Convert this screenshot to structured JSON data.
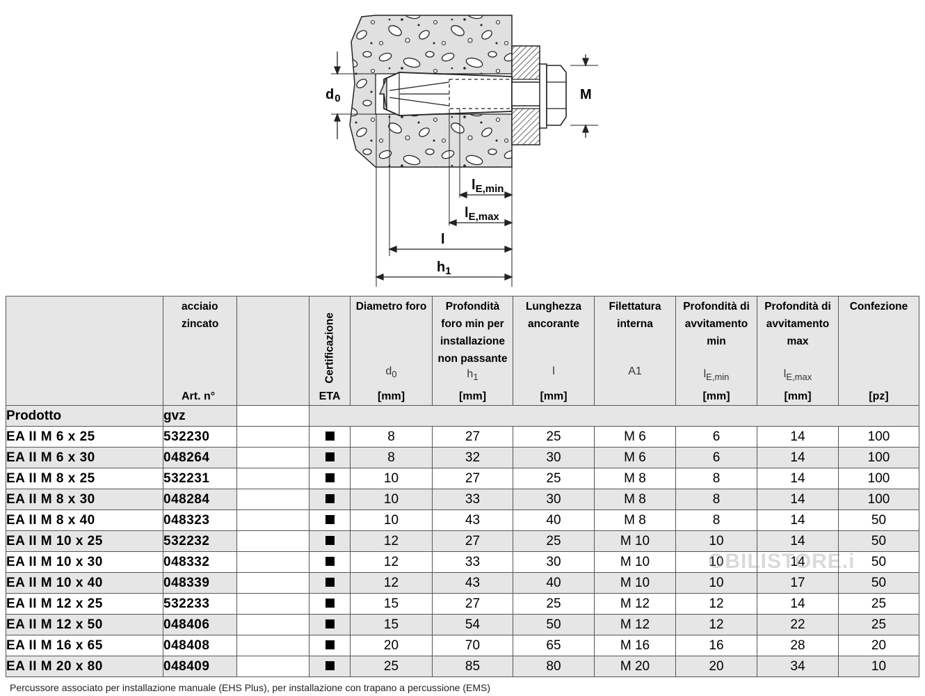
{
  "diagram": {
    "labels": {
      "d0": "d",
      "d0_sub": "0",
      "M": "M",
      "lEmin": "l",
      "lEmin_sub": "E,min",
      "lEmax": "l",
      "lEmax_sub": "E,max",
      "l": "l",
      "h1": "h",
      "h1_sub": "1"
    }
  },
  "table": {
    "headers": {
      "steel": [
        "acciaio",
        "zincato"
      ],
      "art": "Art. n°",
      "cert": "Certificazione",
      "eta": "ETA",
      "d0": {
        "lines": [
          "Diametro foro"
        ],
        "sym": "d",
        "sym_sub": "0",
        "unit": "[mm]"
      },
      "h1": {
        "lines": [
          "Profondità",
          "foro min per",
          "installazione",
          "non passante"
        ],
        "sym": "h",
        "sym_sub": "1",
        "unit": "[mm]"
      },
      "l": {
        "lines": [
          "Lunghezza",
          "ancorante"
        ],
        "sym": "l",
        "sym_sub": "",
        "unit": "[mm]"
      },
      "thread": {
        "lines": [
          "Filettatura",
          "interna"
        ],
        "sym": "A1",
        "sym_sub": "",
        "unit": ""
      },
      "lEmin": {
        "lines": [
          "Profondità di",
          "avvitamento",
          "min"
        ],
        "sym": "l",
        "sym_sub": "E,min",
        "unit": "[mm]"
      },
      "lEmax": {
        "lines": [
          "Profondità di",
          "avvitamento",
          "max"
        ],
        "sym": "l",
        "sym_sub": "E,max",
        "unit": "[mm]"
      },
      "pack": {
        "lines": [
          "Confezione"
        ],
        "sym": "",
        "sym_sub": "",
        "unit": "[pz]"
      }
    },
    "subheader": {
      "product": "Prodotto",
      "gvz": "gvz"
    },
    "rows": [
      {
        "product": "EA II M 6 x 25",
        "art": "532230",
        "d0": "8",
        "h1": "27",
        "l": "25",
        "thread": "M 6",
        "lEmin": "6",
        "lEmax": "14",
        "pack": "100"
      },
      {
        "product": "EA II M 6 x 30",
        "art": "048264",
        "d0": "8",
        "h1": "32",
        "l": "30",
        "thread": "M 6",
        "lEmin": "6",
        "lEmax": "14",
        "pack": "100"
      },
      {
        "product": "EA II M 8 x 25",
        "art": "532231",
        "d0": "10",
        "h1": "27",
        "l": "25",
        "thread": "M 8",
        "lEmin": "8",
        "lEmax": "14",
        "pack": "100"
      },
      {
        "product": "EA II M 8 x 30",
        "art": "048284",
        "d0": "10",
        "h1": "33",
        "l": "30",
        "thread": "M 8",
        "lEmin": "8",
        "lEmax": "14",
        "pack": "100"
      },
      {
        "product": "EA II M 8 x 40",
        "art": "048323",
        "d0": "10",
        "h1": "43",
        "l": "40",
        "thread": "M 8",
        "lEmin": "8",
        "lEmax": "14",
        "pack": "50"
      },
      {
        "product": "EA II M 10 x 25",
        "art": "532232",
        "d0": "12",
        "h1": "27",
        "l": "25",
        "thread": "M 10",
        "lEmin": "10",
        "lEmax": "14",
        "pack": "50"
      },
      {
        "product": "EA II M 10 x 30",
        "art": "048332",
        "d0": "12",
        "h1": "33",
        "l": "30",
        "thread": "M 10",
        "lEmin": "10",
        "lEmax": "14",
        "pack": "50"
      },
      {
        "product": "EA II M 10 x 40",
        "art": "048339",
        "d0": "12",
        "h1": "43",
        "l": "40",
        "thread": "M 10",
        "lEmin": "10",
        "lEmax": "17",
        "pack": "50"
      },
      {
        "product": "EA II M 12 x 25",
        "art": "532233",
        "d0": "15",
        "h1": "27",
        "l": "25",
        "thread": "M 12",
        "lEmin": "12",
        "lEmax": "14",
        "pack": "25"
      },
      {
        "product": "EA II M 12 x 50",
        "art": "048406",
        "d0": "15",
        "h1": "54",
        "l": "50",
        "thread": "M 12",
        "lEmin": "12",
        "lEmax": "22",
        "pack": "25"
      },
      {
        "product": "EA II M 16 x 65",
        "art": "048408",
        "d0": "20",
        "h1": "70",
        "l": "65",
        "thread": "M 16",
        "lEmin": "16",
        "lEmax": "28",
        "pack": "20"
      },
      {
        "product": "EA II M 20 x 80",
        "art": "048409",
        "d0": "25",
        "h1": "85",
        "l": "80",
        "thread": "M 20",
        "lEmin": "20",
        "lEmax": "34",
        "pack": "10"
      }
    ]
  },
  "footnote": "Percussore associato per installazione manuale (EHS Plus), per installazione con trapano a percussione (EMS)",
  "watermark": "OBILISTORE.i"
}
